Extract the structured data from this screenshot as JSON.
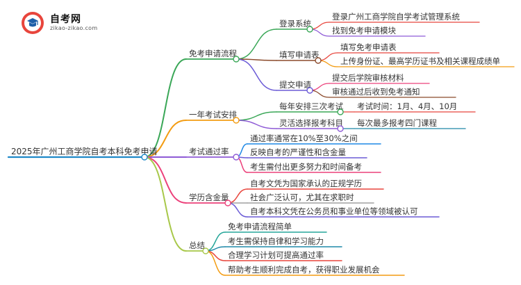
{
  "logo": {
    "name": "自考网",
    "url": "zikao-zikao.com"
  },
  "mindmap": {
    "root": "2025年广州工商学院自考本科免考申请",
    "branches": [
      {
        "label": "免考申请流程",
        "color": "#3aa757",
        "children": [
          {
            "label": "登录系统",
            "color": "#3aa757",
            "children": [
              {
                "label": "登录广州工商学院自学考试管理系统",
                "color": "#e8453c"
              },
              {
                "label": "找到免考申请模块",
                "color": "#8e5ad6"
              }
            ]
          },
          {
            "label": "填写申请表",
            "color": "#8b4a2b",
            "children": [
              {
                "label": "填写免考申请表",
                "color": "#e8453c"
              },
              {
                "label": "上传身份证、最高学历证书及相关课程成绩单",
                "color": "#f39c12"
              }
            ]
          },
          {
            "label": "提交申请",
            "color": "#6b5bd6",
            "children": [
              {
                "label": "提交后学院审核材料",
                "color": "#ec407a"
              },
              {
                "label": "审核通过后收到免考通知",
                "color": "#8b4a2b"
              }
            ]
          }
        ]
      },
      {
        "label": "一年考试安排",
        "color": "#f39c12",
        "children": [
          {
            "label": "每年安排三次考试",
            "color": "#3aa757",
            "children": [
              {
                "label": "考试时间：1月、4月、10月",
                "color": "#e8453c"
              }
            ]
          },
          {
            "label": "灵活选择报考科目",
            "color": "#8e5ad6",
            "children": [
              {
                "label": "每次最多报考四门课程",
                "color": "#1e88a8"
              }
            ]
          }
        ]
      },
      {
        "label": "考试通过率",
        "color": "#8e5ad6",
        "children": [
          {
            "label": "通过率通常在10%至30%之间",
            "color": "#1e88e5"
          },
          {
            "label": "反映自考的严谨性和含金量",
            "color": "#6b5bd6"
          },
          {
            "label": "考生需付出更多努力和时间备考",
            "color": "#ec407a"
          }
        ]
      },
      {
        "label": "学历含金量",
        "color": "#ec407a",
        "children": [
          {
            "label": "自考文凭为国家承认的正规学历",
            "color": "#e8453c"
          },
          {
            "label": "社会广泛认可，尤其在求职时",
            "color": "#a0a0a0"
          },
          {
            "label": "自考本科文凭在公务员和事业单位等领域被认可",
            "color": "#6b5bd6"
          }
        ]
      },
      {
        "label": "总结",
        "color": "#a8c84a",
        "children": [
          {
            "label": "免考申请流程简单",
            "color": "#26a69a"
          },
          {
            "label": "考生需保持自律和学习能力",
            "color": "#1e88a8"
          },
          {
            "label": "合理学习计划可提高通过率",
            "color": "#e8453c"
          },
          {
            "label": "帮助考生顺利完成自考，获得职业发展机会",
            "color": "#f39c12"
          }
        ]
      }
    ]
  }
}
